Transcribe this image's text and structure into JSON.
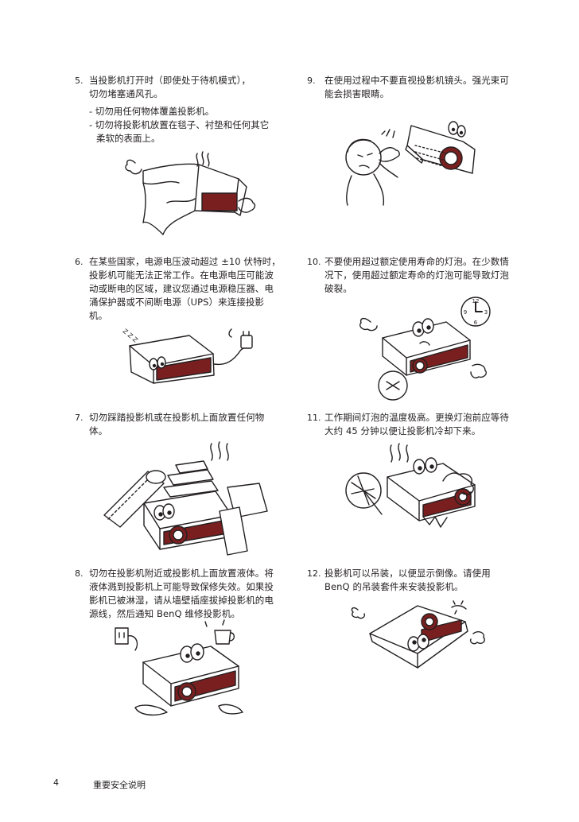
{
  "items": [
    {
      "number": "5.",
      "lines": [
        "当投影机打开时（即使处于待机模式），",
        "切勿堵塞通风孔。"
      ],
      "bullets": [
        {
          "lines": [
            "- 切勿用任何物体覆盖投影机。"
          ]
        },
        {
          "lines": [
            "- 切勿将投影机放置在毯子、衬垫和任何其它",
            "柔软的表面上。"
          ]
        }
      ]
    },
    {
      "number": "9.",
      "lines": [
        "在使用过程中不要直视投影机镜头。强光束可",
        "能会损害眼睛。"
      ]
    },
    {
      "number": "6.",
      "lines": [
        "在某些国家，电源电压波动超过 ±10 伏特时，",
        "投影机可能无法正常工作。在电源电压可能波",
        "动或断电的区域，建议您通过电源稳压器、电",
        "涌保护器或不间断电源（UPS）来连接投影",
        "机。"
      ],
      "zzz": "Z Z Z"
    },
    {
      "number": "10.",
      "lines": [
        "不要使用超过额定使用寿命的灯泡。在少数情",
        "况下，使用超过额定寿命的灯泡可能导致灯泡",
        "破裂。"
      ],
      "clock": {
        "n12": "12",
        "n3": "3",
        "n6": "6",
        "n9": "9"
      }
    },
    {
      "number": "7.",
      "lines": [
        "切勿踩踏投影机或在投影机上面放置任何物",
        "体。"
      ]
    },
    {
      "number": "11.",
      "lines": [
        "工作期间灯泡的温度极高。更换灯泡前应等待",
        "大约 45 分钟以便让投影机冷却下来。"
      ]
    },
    {
      "number": "8.",
      "lines": [
        "切勿在投影机附近或投影机上面放置液体。将",
        "液体溅到投影机上可能导致保修失效。如果投",
        "影机已被淋湿，请从墙壁插座拔掉投影机的电",
        "源线，然后通知 BenQ 维修投影机。"
      ]
    },
    {
      "number": "12.",
      "lines": [
        "投影机可以吊装，以便显示倒像。请使用",
        "BenQ 的吊装套件来安装投影机。"
      ]
    }
  ],
  "footer": {
    "page": "4",
    "title": "重要安全说明"
  },
  "colors": {
    "accent": "#7a1f1f",
    "ink": "#231f20"
  }
}
